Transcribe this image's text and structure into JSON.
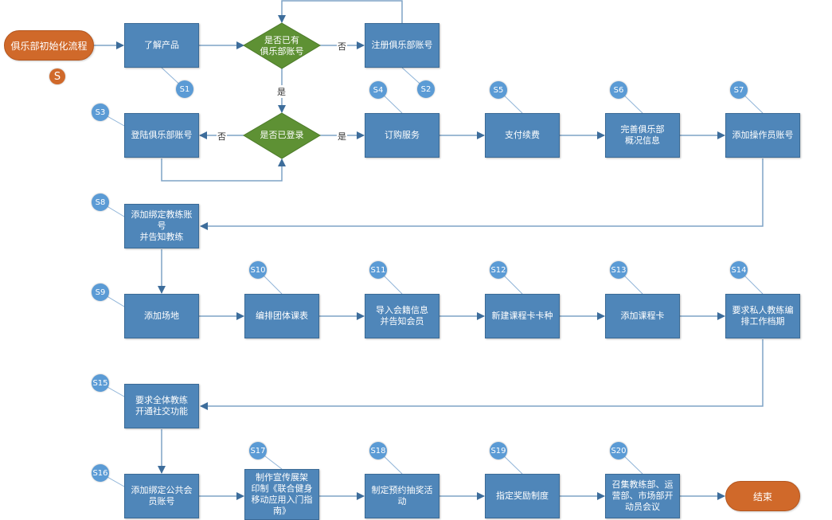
{
  "start": {
    "label": "俱乐部初始化流程",
    "badge": "S"
  },
  "end": {
    "label": "结束"
  },
  "decisions": [
    {
      "id": "d1",
      "label": "是否已有\n俱乐部账号"
    },
    {
      "id": "d2",
      "label": "是否已登录"
    }
  ],
  "edge_labels": {
    "no1": "否",
    "yes1": "是",
    "no2": "否",
    "yes2": "是"
  },
  "steps": [
    {
      "badge": "S1",
      "label": "了解产品"
    },
    {
      "badge": "S2",
      "label": "注册俱乐部账号"
    },
    {
      "badge": "S3",
      "label": "登陆俱乐部账号"
    },
    {
      "badge": "S4",
      "label": "订购服务"
    },
    {
      "badge": "S5",
      "label": "支付续费"
    },
    {
      "badge": "S6",
      "label": "完善俱乐部\n概况信息"
    },
    {
      "badge": "S7",
      "label": "添加操作员账号"
    },
    {
      "badge": "S8",
      "label": "添加绑定教练账\n号\n并告知教练"
    },
    {
      "badge": "S9",
      "label": "添加场地"
    },
    {
      "badge": "S10",
      "label": "编排团体课表"
    },
    {
      "badge": "S11",
      "label": "导入会籍信息\n并告知会员"
    },
    {
      "badge": "S12",
      "label": "新建课程卡卡种"
    },
    {
      "badge": "S13",
      "label": "添加课程卡"
    },
    {
      "badge": "S14",
      "label": "要求私人教练编\n排工作档期"
    },
    {
      "badge": "S15",
      "label": "要求全体教练\n开通社交功能"
    },
    {
      "badge": "S16",
      "label": "添加绑定公共会\n员账号"
    },
    {
      "badge": "S17",
      "label": "制作宣传展架\n印制《联合健身\n移动应用入门指\n南》"
    },
    {
      "badge": "S18",
      "label": "制定预约抽奖活\n动"
    },
    {
      "badge": "S19",
      "label": "指定奖励制度"
    },
    {
      "badge": "S20",
      "label": "召集教练部、运\n营部、市场部开\n动员会议"
    }
  ],
  "colors": {
    "process": "#4f86b9",
    "decision": "#5e9134",
    "terminal": "#d0692a",
    "badge": "#5b9bd5",
    "connector": "#3d6d9b"
  }
}
